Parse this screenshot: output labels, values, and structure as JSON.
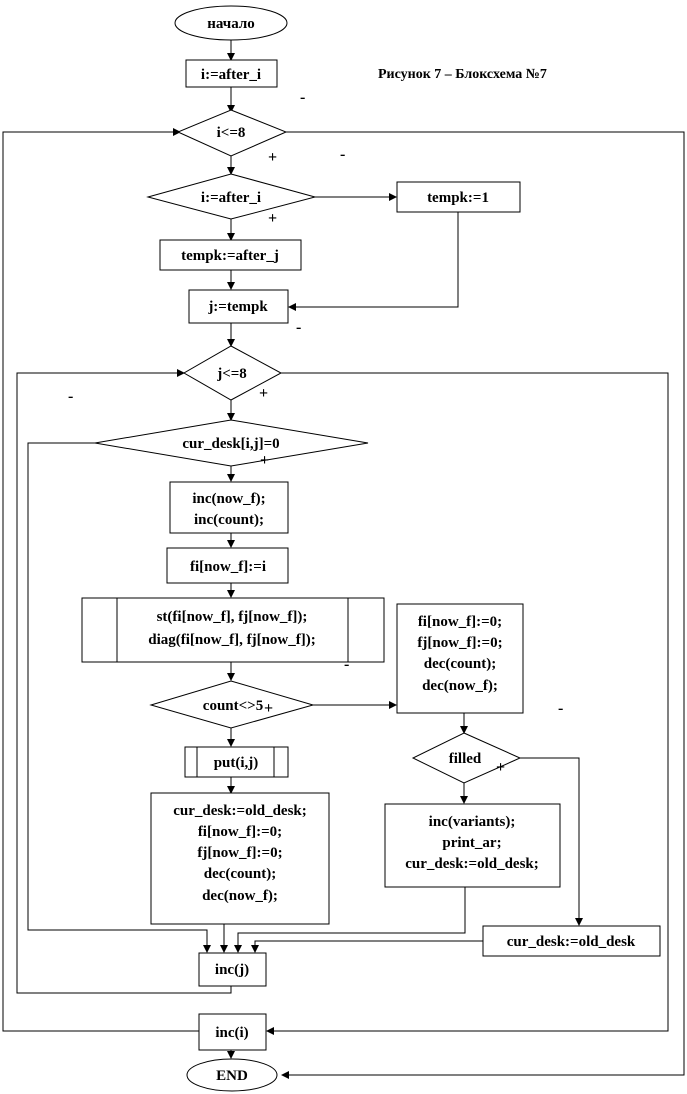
{
  "title": "Рисунок 7 – Блоксхема №7",
  "nodes": {
    "start": "начало",
    "i_init": "i:=after_i",
    "i_cond": "i<=8",
    "i_eq": "i:=after_i",
    "tempk_one": "tempk:=1",
    "tempk_after": "tempk:=after_j",
    "j_init": "j:=tempk",
    "j_cond": "j<=8",
    "desk_cond": "cur_desk[i,j]=0",
    "inc_block": [
      "inc(now_f);",
      "inc(count);"
    ],
    "fi_assign": "fi[now_f]:=i",
    "st_diag": [
      "st(fi[now_f], fj[now_f]);",
      "diag(fi[now_f], fj[now_f]);"
    ],
    "count_cond": "count<>5",
    "reset_block": [
      "fi[now_f]:=0;",
      "fj[now_f]:=0;",
      "dec(count);",
      "dec(now_f);"
    ],
    "put": "put(i,j)",
    "filled": "filled",
    "restore_block": [
      "cur_desk:=old_desk;",
      "fi[now_f]:=0;",
      "fj[now_f]:=0;",
      "dec(count);",
      "dec(now_f);"
    ],
    "variants_block": [
      "inc(variants);",
      "print_ar;",
      "cur_desk:=old_desk;"
    ],
    "restore_simple": "cur_desk:=old_desk",
    "inc_j": "inc(j)",
    "inc_i": "inc(i)",
    "end": "END"
  },
  "branch_labels": {
    "plus": "+",
    "minus": "-"
  }
}
